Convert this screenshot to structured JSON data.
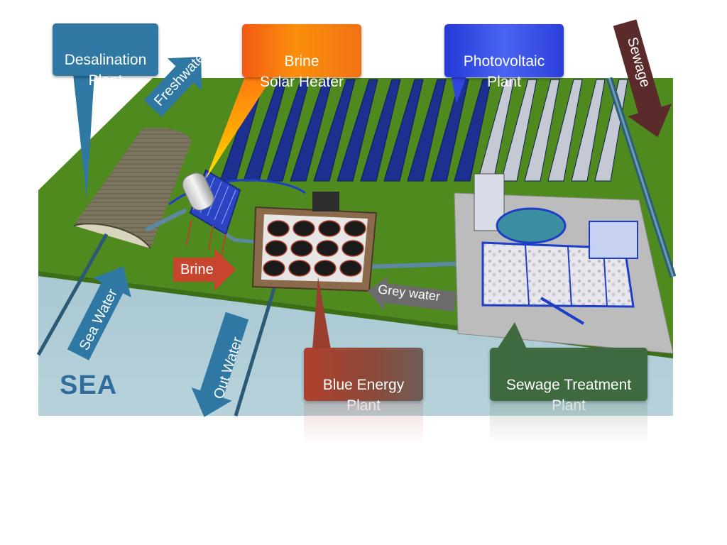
{
  "callouts": {
    "desalination": "Desalination\nPlant",
    "brine_heater": "Brine\nSolar Heater",
    "photovoltaic": "Photovoltaic\nPlant",
    "blue_energy": "Blue Energy\nPlant",
    "sewage_treatment": "Sewage Treatment\nPlant"
  },
  "arrows": {
    "freshwater": "Freshwater",
    "sewage": "Sewage",
    "brine": "Brine",
    "grey_water": "Grey water",
    "sea_water": "Sea Water",
    "out_water": "Out Water"
  },
  "sea_label": "SEA",
  "colors": {
    "grass": "#4f8a1f",
    "sea": "#a9c8d2",
    "desalination": "#2e78a3",
    "brine_heater": "#ef6a12",
    "photovoltaic": "#2f45e0",
    "blue_energy": "#9a3f30",
    "sewage_treatment": "#3f6a3f",
    "sewage_arrow": "#5b2b2b",
    "brine_arrow": "#c6452c",
    "grey_arrow": "#6b6b6b",
    "water_arrow": "#2e78a3"
  }
}
